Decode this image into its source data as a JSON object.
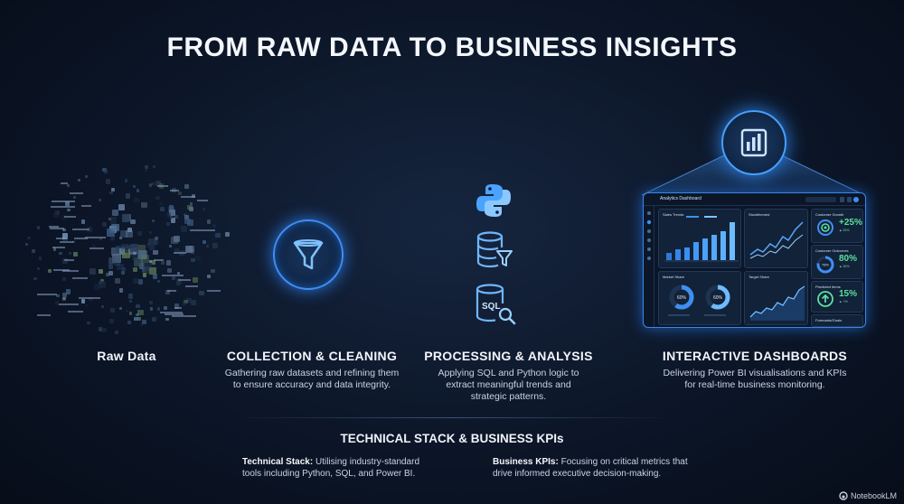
{
  "title": "FROM RAW DATA TO BUSINESS INSIGHTS",
  "stages": [
    {
      "label": "Raw Data",
      "description": ""
    },
    {
      "label": "COLLECTION & CLEANING",
      "description_lines": [
        "Gathering raw datasets and refining them",
        "to ensure accuracy and data integrity."
      ]
    },
    {
      "label": "PROCESSING & ANALYSIS",
      "description_lines": [
        "Applying SQL and Python logic to",
        "extract meaningful trends and",
        "strategic patterns."
      ]
    },
    {
      "label": "INTERACTIVE DASHBOARDS",
      "description_lines": [
        "Delivering Power BI visualisations and KPIs",
        "for real-time business monitoring."
      ]
    }
  ],
  "icons": {
    "collection": "funnel-icon",
    "processing": [
      "python-icon",
      "database-filter-icon",
      "sql-database-search-icon"
    ],
    "dashboard": "power-bi-icon"
  },
  "dashboard": {
    "title": "Analytics Dashboard",
    "cards": {
      "sales_trends": "Sales Trends",
      "stock_trend": "Stockthemed",
      "customer_growth": {
        "title": "Customer Growth",
        "value": "+25%",
        "sub": "▲ 25%"
      },
      "market_share": "Market Share",
      "target_share": "Target Share",
      "customer_outcomes": {
        "title": "Customer Outcomes",
        "value": "80%",
        "ring": "78%",
        "sub": "▲ 26%"
      },
      "predicted_items": {
        "title": "Predicted Items",
        "value": "15%",
        "sub": "▲ +%"
      },
      "ring_a": "60%",
      "ring_b": "60%",
      "footer_card": "Forecasts/Goals"
    }
  },
  "footer": {
    "heading": "TECHNICAL STACK & BUSINESS KPIs",
    "technical": {
      "label": "Technical Stack:",
      "lines": [
        " Utilising industry-standard",
        "tools including Python, SQL, and Power BI."
      ]
    },
    "business": {
      "label": "Business KPIs:",
      "lines": [
        " Focusing on critical metrics that",
        "drive informed executive decision-making."
      ]
    }
  },
  "brand": "NotebookLM",
  "colors": {
    "background": "#0c1628",
    "accent": "#3f8ff2",
    "kpi_green": "#5be0a0"
  }
}
